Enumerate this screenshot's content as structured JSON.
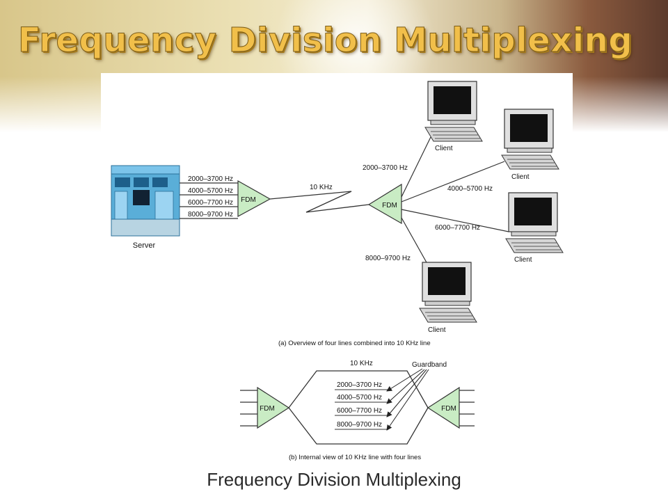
{
  "slide": {
    "title": "Frequency Division Multiplexing",
    "caption": "Frequency Division Multiplexing"
  },
  "colors": {
    "title_gold": "#f1bf4a",
    "fdm_fill": "#c9ecc4",
    "server_blue": "#5aaed8"
  },
  "diagram_a": {
    "server_label": "Server",
    "mux_label": "FDM",
    "demux_label": "FDM",
    "link_label": "10 KHz",
    "bands": [
      "2000–3700 Hz",
      "4000–5700 Hz",
      "6000–7700 Hz",
      "8000–9700 Hz"
    ],
    "client_links": [
      {
        "band": "2000–3700 Hz",
        "client": "Client"
      },
      {
        "band": "4000–5700 Hz",
        "client": "Client"
      },
      {
        "band": "6000–7700 Hz",
        "client": "Client"
      },
      {
        "band": "8000–9700 Hz",
        "client": "Client"
      }
    ],
    "caption": "(a) Overview of four lines combined into 10 KHz line"
  },
  "diagram_b": {
    "left_label": "FDM",
    "right_label": "FDM",
    "line_label": "10 KHz",
    "guardband_label": "Guardband",
    "bands": [
      "2000–3700 Hz",
      "4000–5700 Hz",
      "6000–7700 Hz",
      "8000–9700 Hz"
    ],
    "caption": "(b) Internal view of 10 KHz line with four lines"
  }
}
